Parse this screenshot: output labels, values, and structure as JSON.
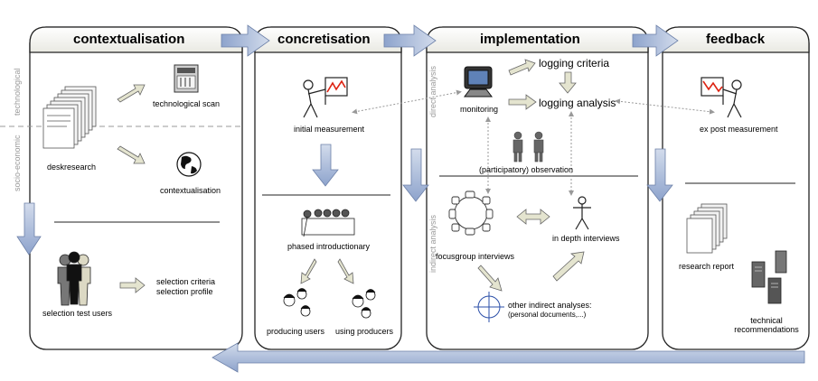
{
  "phases": {
    "contextualisation": "contextualisation",
    "concretisation": "concretisation",
    "implementation": "implementation",
    "feedback": "feedback"
  },
  "side_labels": {
    "technological": "technological",
    "socio_economic": "socio-economic",
    "direct_analysis": "direct analysis",
    "indirect_analysis": "indirect analysis"
  },
  "contextualisation": {
    "technological_scan": "technological scan",
    "deskresearch": "deskresearch",
    "contextualisation": "contextualisation",
    "selection_test_users": "selection test users",
    "selection_criteria": "selection criteria",
    "selection_profile": "selection profile"
  },
  "concretisation": {
    "initial_measurement": "initial measurement",
    "phased_introductionary": "phased introductionary",
    "producing_users": "producing users",
    "using_producers": "using producers"
  },
  "implementation": {
    "monitoring": "monitoring",
    "logging_criteria": "logging criteria",
    "logging_analysis": "logging analysis",
    "participatory_observation": "(participatory) observation",
    "focusgroup_interviews": "focusgroup interviews",
    "in_depth_interviews": "in depth interviews",
    "other_indirect": "other indirect analyses:",
    "other_indirect_detail": "(personal documents,...)"
  },
  "feedback": {
    "ex_post_measurement": "ex post measurement",
    "research_report": "research report",
    "technical_recommendations_1": "technical",
    "technical_recommendations_2": "recommendations"
  }
}
